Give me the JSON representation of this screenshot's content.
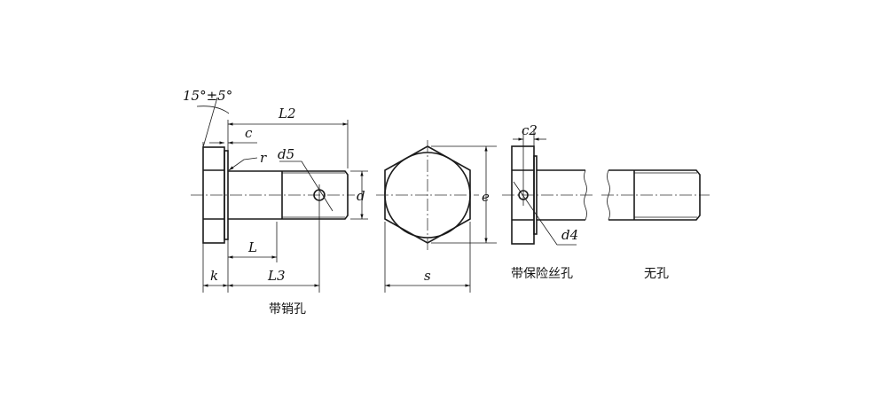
{
  "views": {
    "pin_hole": {
      "caption": "带销孔",
      "labels": {
        "angle": "15°±5°",
        "L2": "L2",
        "c": "c",
        "r": "r",
        "d5": "d5",
        "d": "d",
        "L": "L",
        "L3": "L3",
        "k": "k"
      }
    },
    "hex_end": {
      "labels": {
        "e": "e",
        "s": "s"
      }
    },
    "wire_hole": {
      "caption": "带保险丝孔",
      "labels": {
        "c2": "c2",
        "d4": "d4"
      }
    },
    "no_hole": {
      "caption": "无孔"
    }
  }
}
